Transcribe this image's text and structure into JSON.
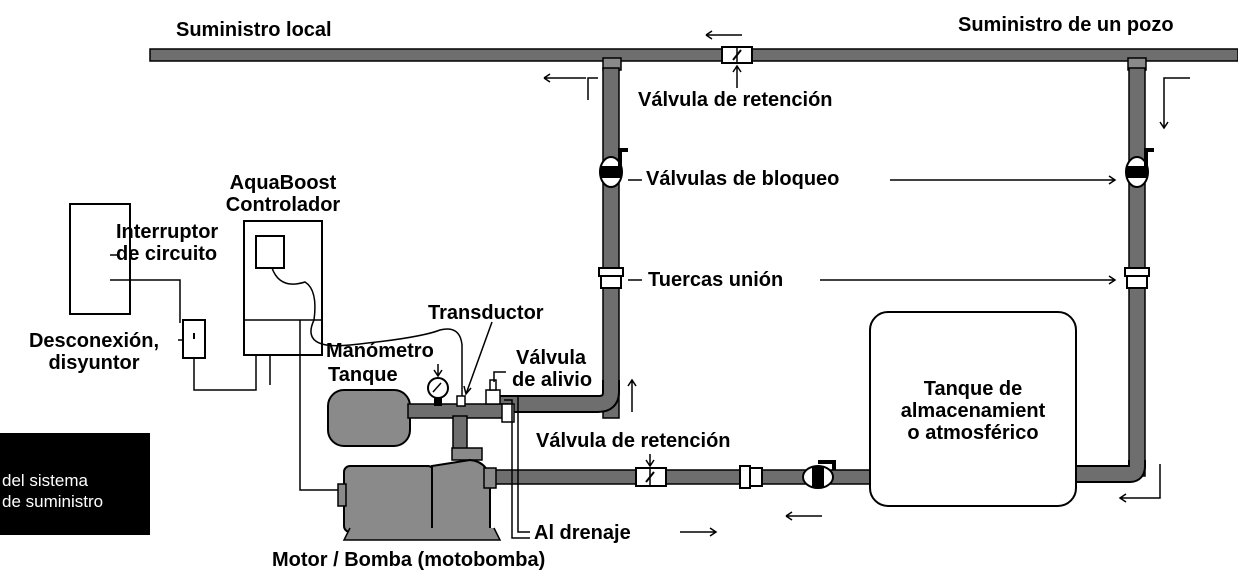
{
  "labels": {
    "local_supply": "Suministro local",
    "well_supply": "Suministro de un pozo",
    "check_valve_top": "Válvula de retención",
    "shutoff_valves": "Válvulas de bloqueo",
    "union_nuts": "Tuercas unión",
    "controller_line1": "AquaBoost",
    "controller_line2": "Controlador",
    "breaker_line1": "Interruptor",
    "breaker_line2": "de circuito",
    "disconnect_line1": "Desconexión,",
    "disconnect_line2": "disyuntor",
    "transducer": "Transductor",
    "gauge": "Manómetro",
    "tank": "Tanque",
    "relief_line1": "Válvula",
    "relief_line2": "de alivio",
    "check_valve_bottom": "Válvula de retención",
    "drain": "Al drenaje",
    "storage_tank_line1": "Tanque de",
    "storage_tank_line2": "almacenamient",
    "storage_tank_line3": "o atmosférico",
    "motor_pump": "Motor / Bomba (motobomba)",
    "system_note_line1": "del sistema",
    "system_note_line2": "de suministro"
  },
  "colors": {
    "pipe": "#6e6e6e",
    "pipe_outline": "#000000",
    "equipment": "#8a8a8a",
    "background": "#ffffff"
  }
}
